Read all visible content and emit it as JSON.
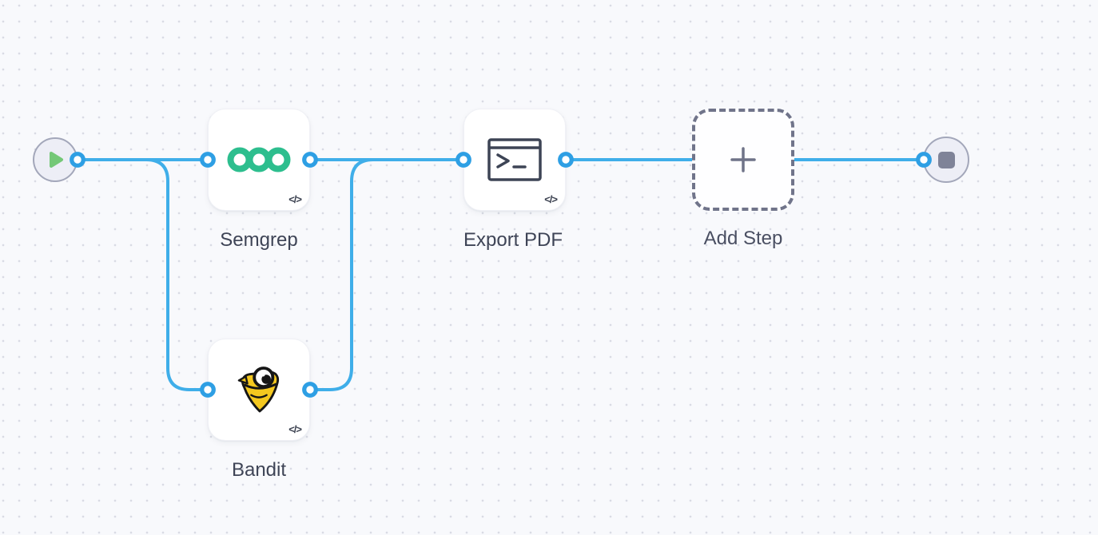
{
  "canvas": {
    "background": "#F8F9FC",
    "grid_dot_color": "#D9DBE4",
    "edge_color": "#3FAEE9",
    "port_ring_color": "#2E9FE4",
    "port_fill_color": "#FFFFFF"
  },
  "nodes": {
    "start": {
      "icon": "play-icon",
      "play_color": "#74C877",
      "circle_fill": "#EDEEF6",
      "circle_border": "#A3A7BA"
    },
    "semgrep": {
      "label": "Semgrep",
      "icon": "semgrep-logo",
      "logo_color": "#2DBE8E",
      "badge": "</>"
    },
    "bandit": {
      "label": "Bandit",
      "icon": "bandit-logo",
      "logo_color": "#F4C81F",
      "badge": "</>"
    },
    "export_pdf": {
      "label": "Export PDF",
      "icon": "terminal-icon",
      "icon_color": "#3D4455",
      "badge": "</>"
    },
    "add_step": {
      "label": "Add Step",
      "icon": "plus-icon",
      "border_color": "#70748A",
      "plus_color": "#6F7388"
    },
    "end": {
      "icon": "stop-icon",
      "stop_color": "#7F8398",
      "circle_fill": "#EDEEF6",
      "circle_border": "#A3A7BA"
    }
  }
}
